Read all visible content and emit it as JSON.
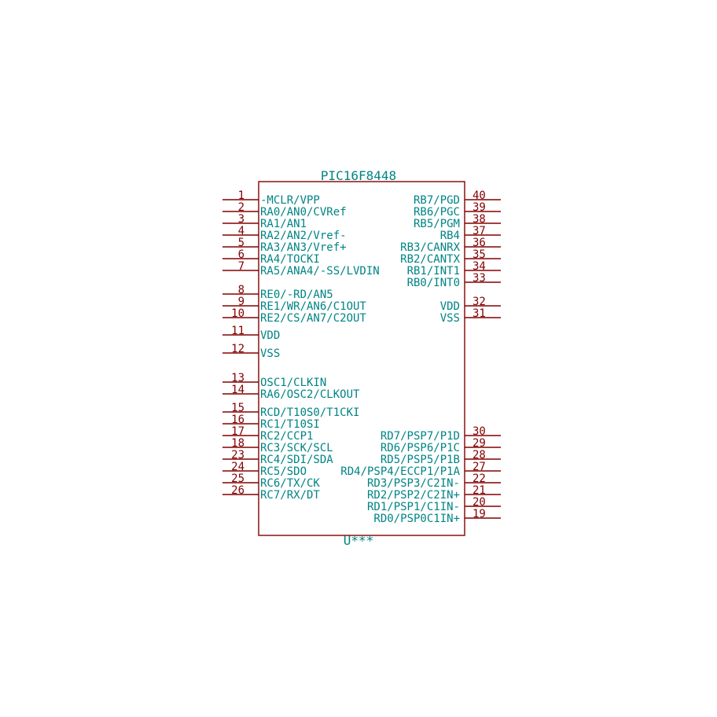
{
  "component": {
    "value": "PIC16F8448",
    "reference": "U***"
  },
  "left_pins": [
    {
      "num": "1",
      "name": "-MCLR/VPP"
    },
    {
      "num": "2",
      "name": "RA0/AN0/CVRef"
    },
    {
      "num": "3",
      "name": "RA1/AN1"
    },
    {
      "num": "4",
      "name": "RA2/AN2/Vref-"
    },
    {
      "num": "5",
      "name": "RA3/AN3/Vref+"
    },
    {
      "num": "6",
      "name": "RA4/TOCKI"
    },
    {
      "num": "7",
      "name": "RA5/ANA4/-SS/LVDIN"
    },
    {
      "num": "8",
      "name": "RE0/-RD/AN5"
    },
    {
      "num": "9",
      "name": "RE1/WR/AN6/C1OUT"
    },
    {
      "num": "10",
      "name": "RE2/CS/AN7/C2OUT"
    },
    {
      "num": "11",
      "name": "VDD"
    },
    {
      "num": "12",
      "name": "VSS"
    },
    {
      "num": "13",
      "name": "OSC1/CLKIN"
    },
    {
      "num": "14",
      "name": "RA6/OSC2/CLKOUT"
    },
    {
      "num": "15",
      "name": "RCD/T10S0/T1CKI"
    },
    {
      "num": "16",
      "name": "RC1/T10SI"
    },
    {
      "num": "17",
      "name": "RC2/CCP1"
    },
    {
      "num": "18",
      "name": "RC3/SCK/SCL"
    },
    {
      "num": "23",
      "name": "RC4/SDI/SDA"
    },
    {
      "num": "24",
      "name": "RC5/SDO"
    },
    {
      "num": "25",
      "name": "RC6/TX/CK"
    },
    {
      "num": "26",
      "name": "RC7/RX/DT"
    }
  ],
  "right_pins": [
    {
      "num": "40",
      "name": "RB7/PGD"
    },
    {
      "num": "39",
      "name": "RB6/PGC"
    },
    {
      "num": "38",
      "name": "RB5/PGM"
    },
    {
      "num": "37",
      "name": "RB4"
    },
    {
      "num": "36",
      "name": "RB3/CANRX"
    },
    {
      "num": "35",
      "name": "RB2/CANTX"
    },
    {
      "num": "34",
      "name": "RB1/INT1"
    },
    {
      "num": "33",
      "name": "RB0/INT0"
    },
    {
      "num": "32",
      "name": "VDD"
    },
    {
      "num": "31",
      "name": "VSS"
    },
    {
      "num": "30",
      "name": "RD7/PSP7/P1D"
    },
    {
      "num": "29",
      "name": "RD6/PSP6/P1C"
    },
    {
      "num": "28",
      "name": "RD5/PSP5/P1B"
    },
    {
      "num": "27",
      "name": "RD4/PSP4/ECCP1/P1A"
    },
    {
      "num": "22",
      "name": "RD3/PSP3/C2IN-"
    },
    {
      "num": "21",
      "name": "RD2/PSP2/C2IN+"
    },
    {
      "num": "20",
      "name": "RD1/PSP1/C1IN-"
    },
    {
      "num": "19",
      "name": "RD0/PSP0C1IN+"
    }
  ],
  "colors": {
    "outline": "#840000",
    "pin_number": "#840000",
    "label": "#008484",
    "background": "#ffffff"
  }
}
